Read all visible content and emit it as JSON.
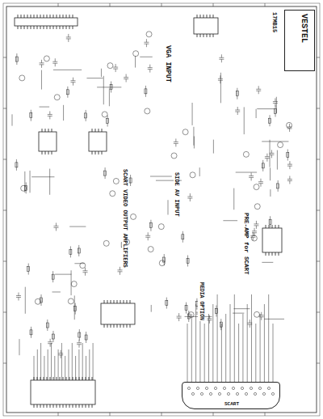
{
  "diagram": {
    "nodes": [
      {
        "text": [
          "VESTEL"
        ]
      },
      {
        "text": [
          "SCART"
        ]
      }
    ],
    "labels": [
      "17MB15",
      "VGA INPUT",
      "SCART VIDEO OUTPUT AMPLIFIERS",
      "SIDE AV INPUT",
      "PRE-AMP for SCART",
      "MEDIA OPTION"
    ]
  }
}
